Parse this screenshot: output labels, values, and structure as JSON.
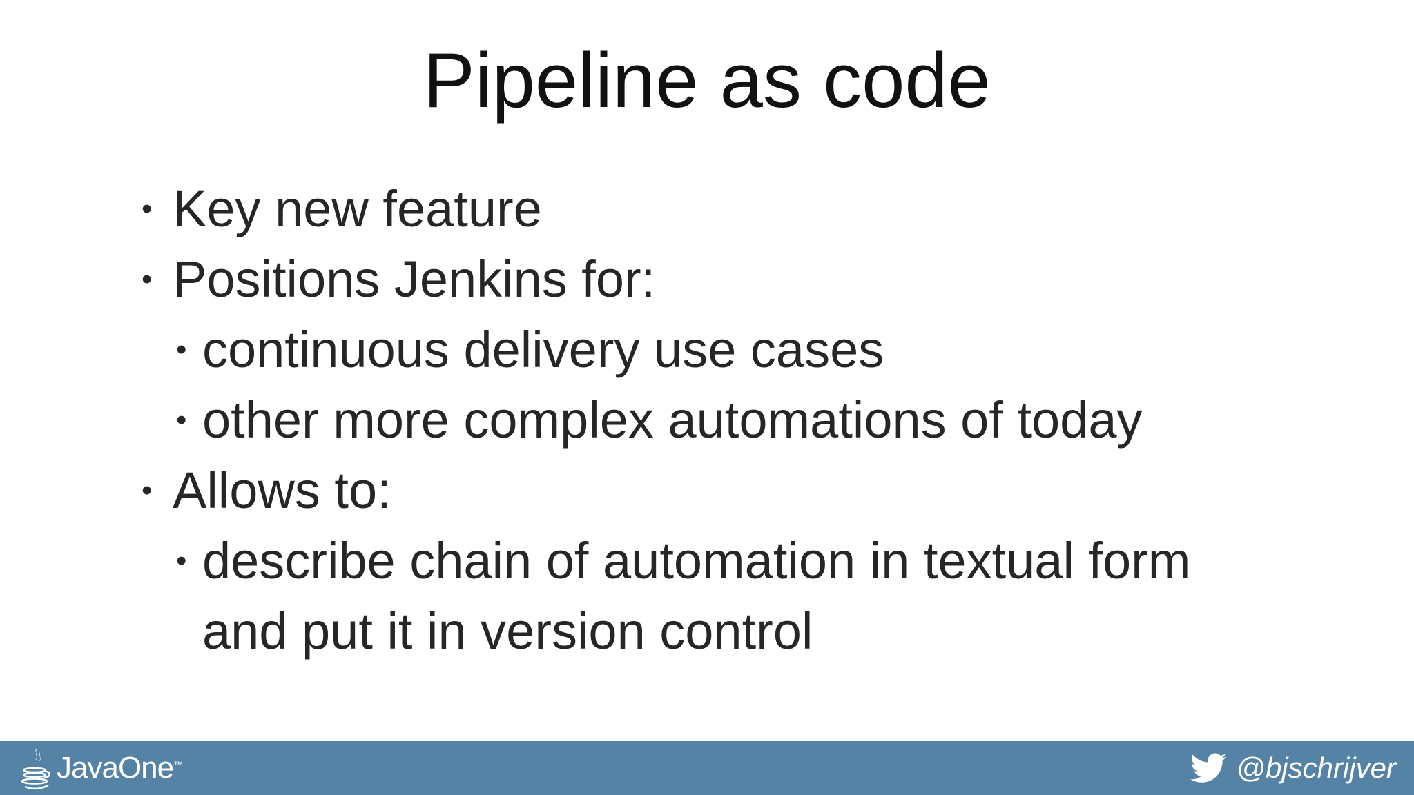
{
  "slide": {
    "title": "Pipeline as code",
    "bullets": [
      {
        "level": 1,
        "text": "Key new feature"
      },
      {
        "level": 1,
        "text": "Positions Jenkins for:"
      },
      {
        "level": 2,
        "text": "continuous delivery use cases"
      },
      {
        "level": 2,
        "text": "other more complex automations of today"
      },
      {
        "level": 1,
        "text": "Allows to:"
      },
      {
        "level": 2,
        "text": "describe chain of automation in textual form",
        "continuation": "and put it in version control"
      }
    ],
    "bullet_glyph": "•"
  },
  "footer": {
    "logo_text": "JavaOne",
    "logo_trademark": "™",
    "logo_icon": "java-coffee-cup-icon",
    "twitter_icon": "twitter-bird-icon",
    "handle": "@bjschrijver",
    "background_color": "#5583a5"
  }
}
